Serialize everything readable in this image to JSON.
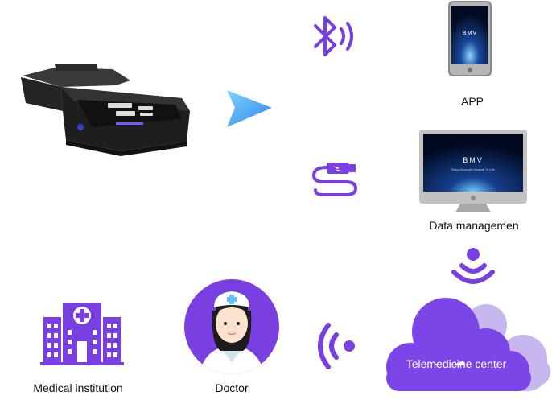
{
  "labels": {
    "app": "APP",
    "data_management": "Data managemen",
    "telemedicine": "Telemedicine center",
    "medical": "Medical institution",
    "doctor": "Doctor"
  },
  "screen_brand": {
    "logo": "BMV",
    "tagline": "Bring Accurate Medical To Life"
  },
  "colors": {
    "accent": "#7a3fe0",
    "cloud_front": "#7b45e8",
    "cloud_back": "#c6b2ee",
    "arrow": "#2f9bf0",
    "device": "#2b2b2b"
  }
}
